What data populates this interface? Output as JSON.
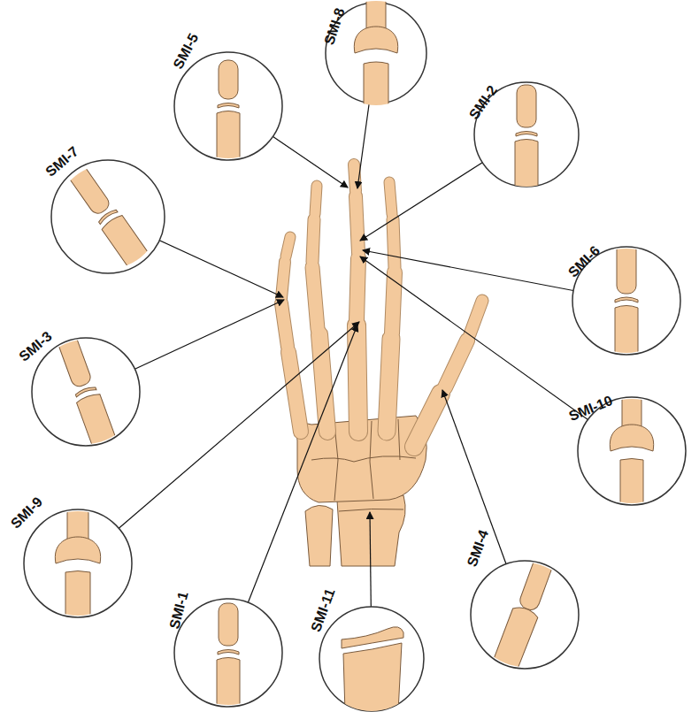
{
  "diagram": {
    "nodes": [
      {
        "text": [
          "SMI-5"
        ]
      },
      {
        "text": [
          "SMI-8"
        ]
      },
      {
        "text": [
          "SMI-2"
        ]
      },
      {
        "text": [
          "SMI-7"
        ]
      },
      {
        "text": [
          "SMI-6"
        ]
      },
      {
        "text": [
          "SMI-3"
        ]
      },
      {
        "text": [
          "SMI-10"
        ]
      },
      {
        "text": [
          "SMI-9"
        ]
      },
      {
        "text": [
          "SMI-4"
        ]
      },
      {
        "text": [
          "SMI-1"
        ]
      },
      {
        "text": [
          "SMI-11"
        ]
      }
    ]
  }
}
